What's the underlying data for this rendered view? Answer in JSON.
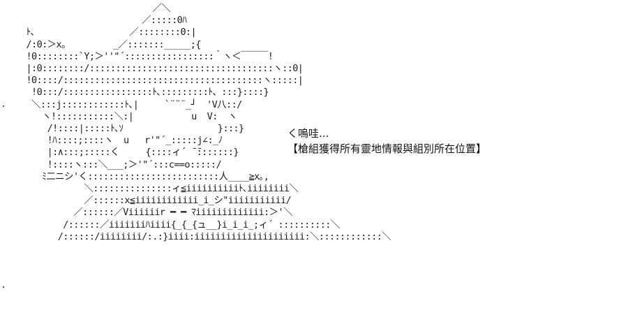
{
  "art_lines": [
    "                         ／＼",
    "                       ／:::::0ﾊ",
    " ﾄ､                  ／::::::::0:|",
    " /:0:＞x｡         _／:::::::_____;{",
    " !0::::::::`Y;＞''\"´:::::::::::::::::｀ヽ＜￣￣￣!",
    " |:0::::::::/:::::::::::::::::::::::::::::::::::ヽ::0|",
    " !0::::/::::::::::::::::::::::::::::::::::::::ヽ:::::|",
    "  !0:::/:::::::::::::::::ﾄ､:::::::::ﾄ、:::}::::}",
    "  ＼:::j::::::::::::ﾄ､|     `¨¨¨_┘  'V八::/",
    "    ヽ!:::::::::::＼:|           u  V:  ヽ",
    "     /!::::|:::::ﾄ､ｿ                  }:::}",
    "     !ﾊ::::;::::ヽ  u   r'\"´_:::::j∠:_ﾉ",
    "     |:∧:::;:::::く     {::::ィ´ ̄ ̄:::::::}",
    "     !::::ヽ:::＼___;＞'\"´:::c==o:::::/",
    "    ﾐ二ニシ'く:::::::::::::::::::::::::人____≧x｡,",
    "            ＼:::::::::::::::ィ≦iiiiiiiiiiﾄ､iiiiiiii＼",
    "            ／::::::x≦iiiiiiiiiiii_i_シ\"iiiiiiiiiii/",
    "          ／::::::／Viiiiiir ━ ━ ﾏiiiiiiiiiiiii:＞'＼",
    "        /::::::／iiiiiiiﾊiiii{_{_{ュ__}i_i_i_;ィ´ ::::::::::＼",
    "       /::::::/iiiiiiii/:.:}iiii:iiiiiiiiiiiiiiiiiiiii:＼::::::::::::＼"
  ],
  "caption": {
    "line1": "く嗚哇...",
    "line2": "【槍組獲得所有靈地情報與組別所在位置】"
  }
}
